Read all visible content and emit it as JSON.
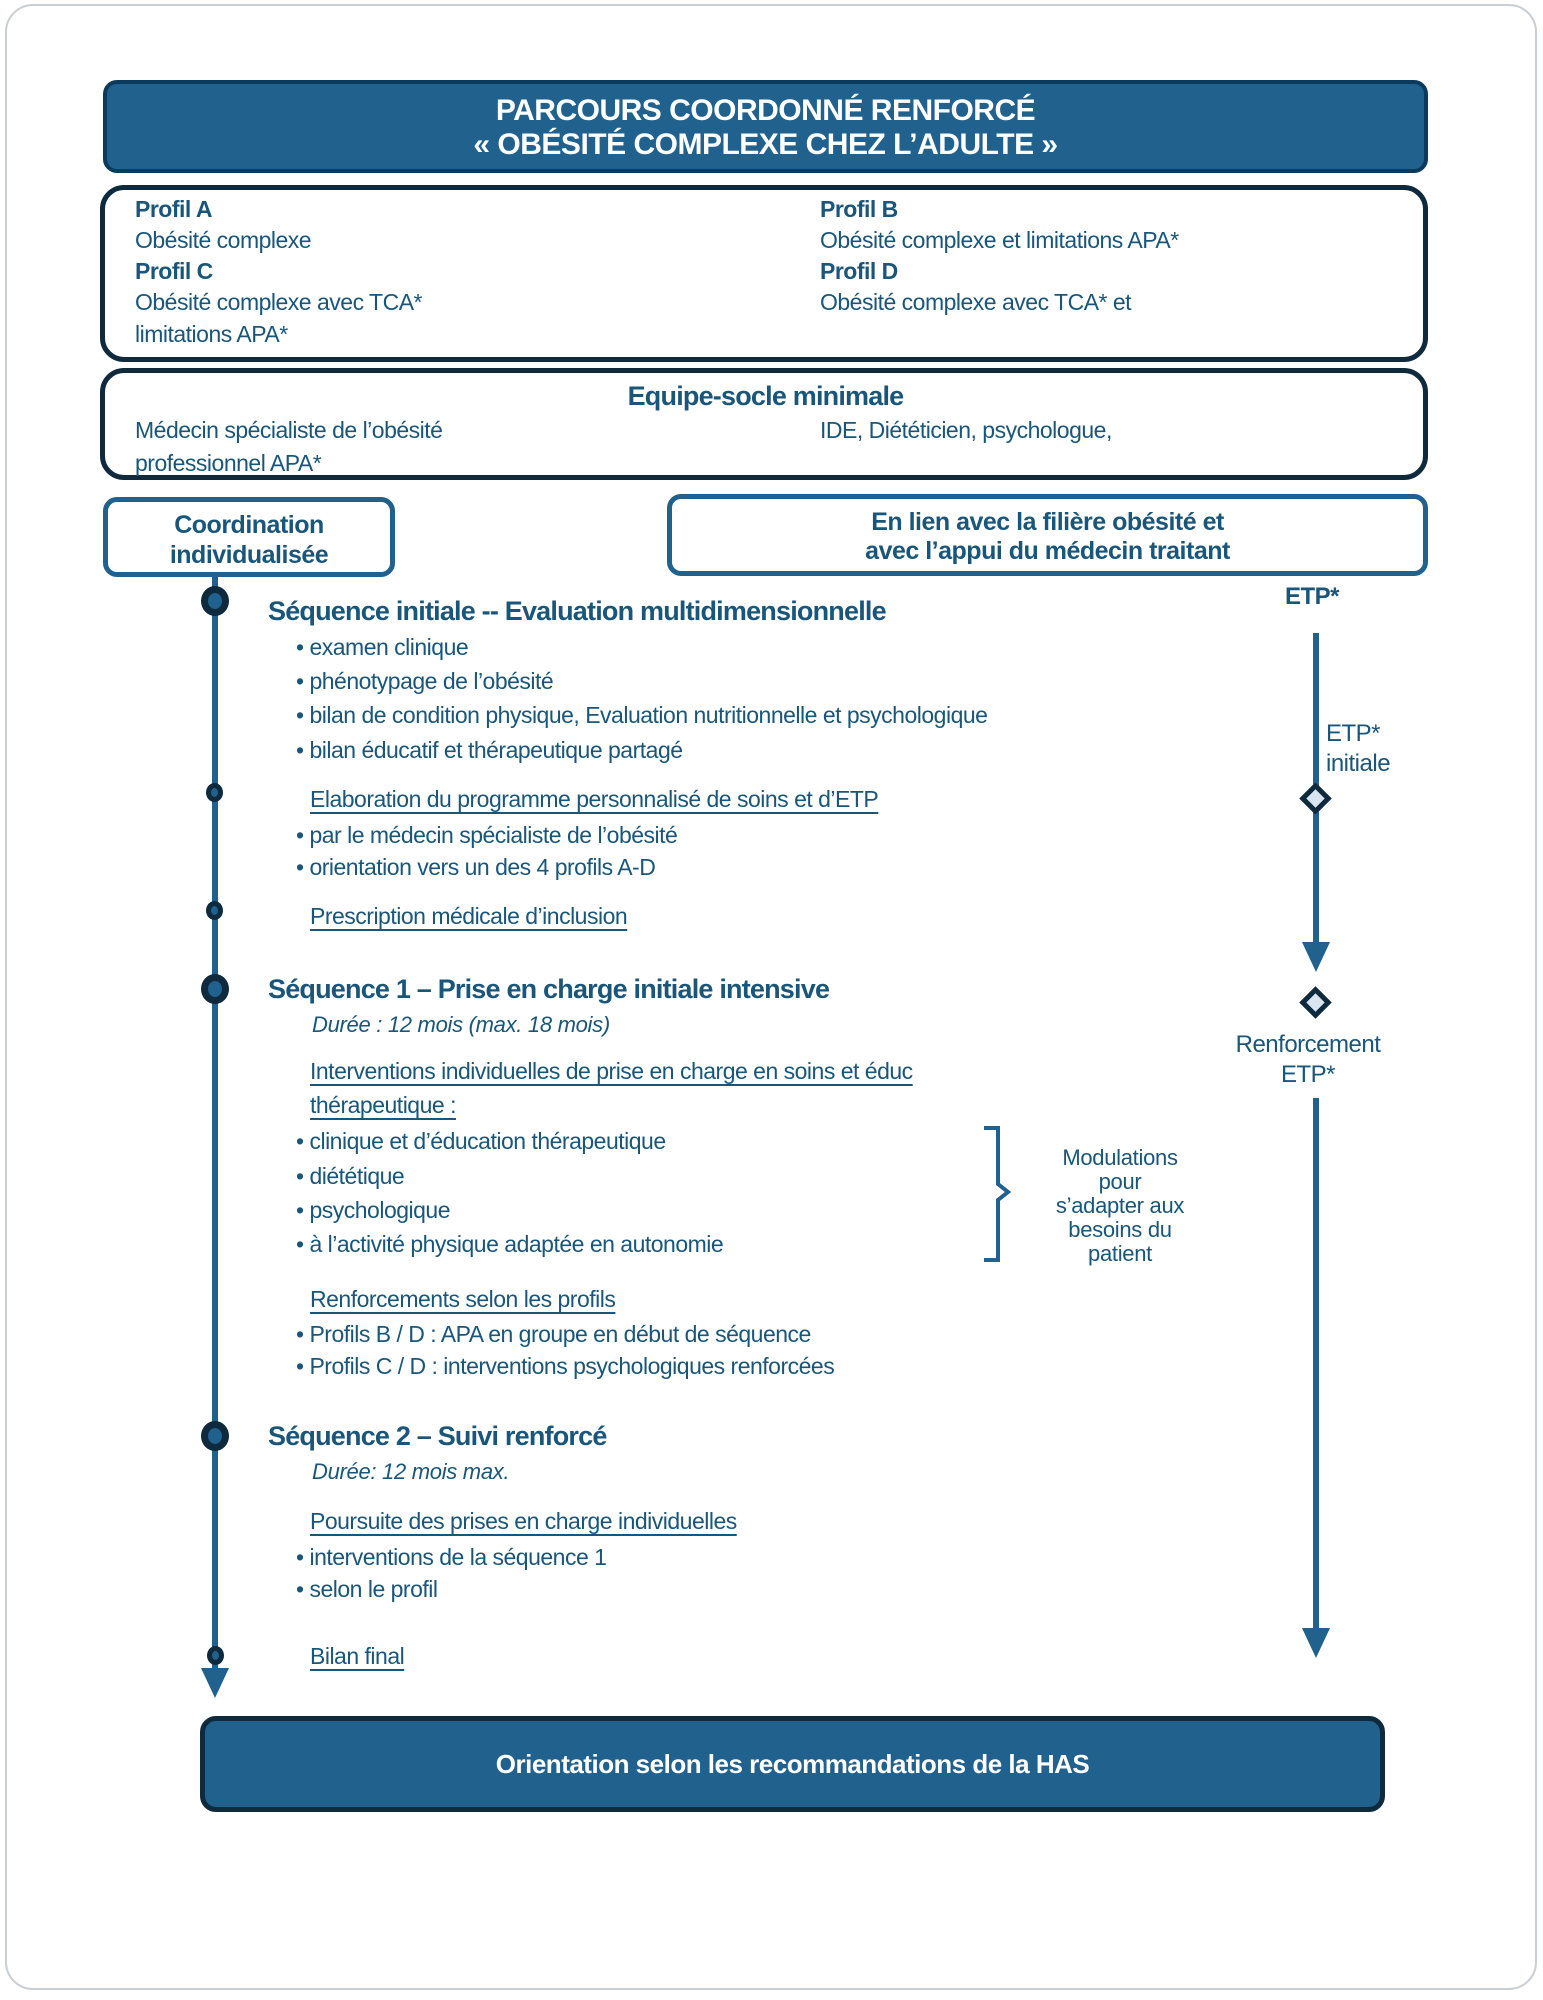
{
  "header": {
    "title_line1": "PARCOURS COORDONNÉ RENFORCÉ",
    "title_line2": "« OBÉSITÉ COMPLEXE CHEZ L’ADULTE »"
  },
  "profiles": {
    "a_label": "Profil A",
    "a_desc": "Obésité complexe",
    "b_label": "Profil B",
    "b_desc": "Obésité complexe et limitations APA*",
    "c_label": "Profil C",
    "c_desc_line1": "Obésité complexe avec TCA*",
    "c_desc_line2": "limitations APA*",
    "d_label": "Profil D",
    "d_desc": "Obésité complexe avec TCA* et"
  },
  "equipe": {
    "title": "Equipe-socle minimale",
    "left_line1": "Médecin spécialiste de l’obésité",
    "left_line2": "professionnel APA*",
    "right_line1": "IDE, Diététicien, psychologue,"
  },
  "coordination": {
    "line1": "Coordination",
    "line2": "individualisée"
  },
  "filiere": {
    "line1": "En lien avec la filière obésité et",
    "line2": "avec l’appui du médecin traitant"
  },
  "etp_rail": {
    "top_label": "ETP*",
    "initiale_line1": "ETP*",
    "initiale_line2": "initiale",
    "renforcement_line1": "Renforcement",
    "renforcement_line2": "ETP*"
  },
  "sections": {
    "seq_initiale": {
      "heading": "Séquence initiale -- Evaluation multidimensionnelle",
      "bullets": [
        "examen clinique",
        "phénotypage de l’obésité",
        "bilan de condition physique, Evaluation nutritionnelle et psychologique",
        "bilan éducatif et thérapeutique partagé"
      ]
    },
    "elaboration": {
      "heading": "Elaboration du programme personnalisé de soins et d’ETP",
      "bullets": [
        "par le médecin spécialiste de l’obésité",
        "orientation vers un des 4 profils A-D"
      ]
    },
    "prescription": {
      "heading": "Prescription médicale d’inclusion"
    },
    "seq1": {
      "heading": "Séquence 1 – Prise en charge initiale intensive",
      "duration": "Durée : 12 mois (max. 18 mois)",
      "interventions_line1": "Interventions individuelles de prise en charge en soins et éduc",
      "interventions_line2": "thérapeutique :",
      "bullets": [
        "clinique et d’éducation thérapeutique",
        "diététique",
        "psychologique",
        "à l’activité physique adaptée en autonomie"
      ],
      "modulation": {
        "line1": "Modulations",
        "line2": "pour",
        "line3": "s’adapter aux",
        "line4": "besoins du",
        "line5": "patient"
      },
      "renforcements_heading": "Renforcements selon les profils",
      "renforcements_bullets": [
        "Profils B / D : APA en groupe en début de séquence",
        "Profils C / D : interventions psychologiques renforcées"
      ]
    },
    "seq2": {
      "heading": "Séquence 2 – Suivi renforcé",
      "duration": "Durée: 12 mois max.",
      "poursuite_heading": "Poursuite des prises en charge individuelles",
      "bullets": [
        "interventions de la séquence 1",
        "selon le profil"
      ],
      "bilan_heading": "Bilan final"
    }
  },
  "footer": {
    "label": "Orientation selon les recommandations de la HAS"
  },
  "colors": {
    "steel_blue": "#20618E",
    "dark_navy": "#0F2A3D",
    "text_teal": "#19567A",
    "diamond_fill": "#DAE5F2"
  }
}
